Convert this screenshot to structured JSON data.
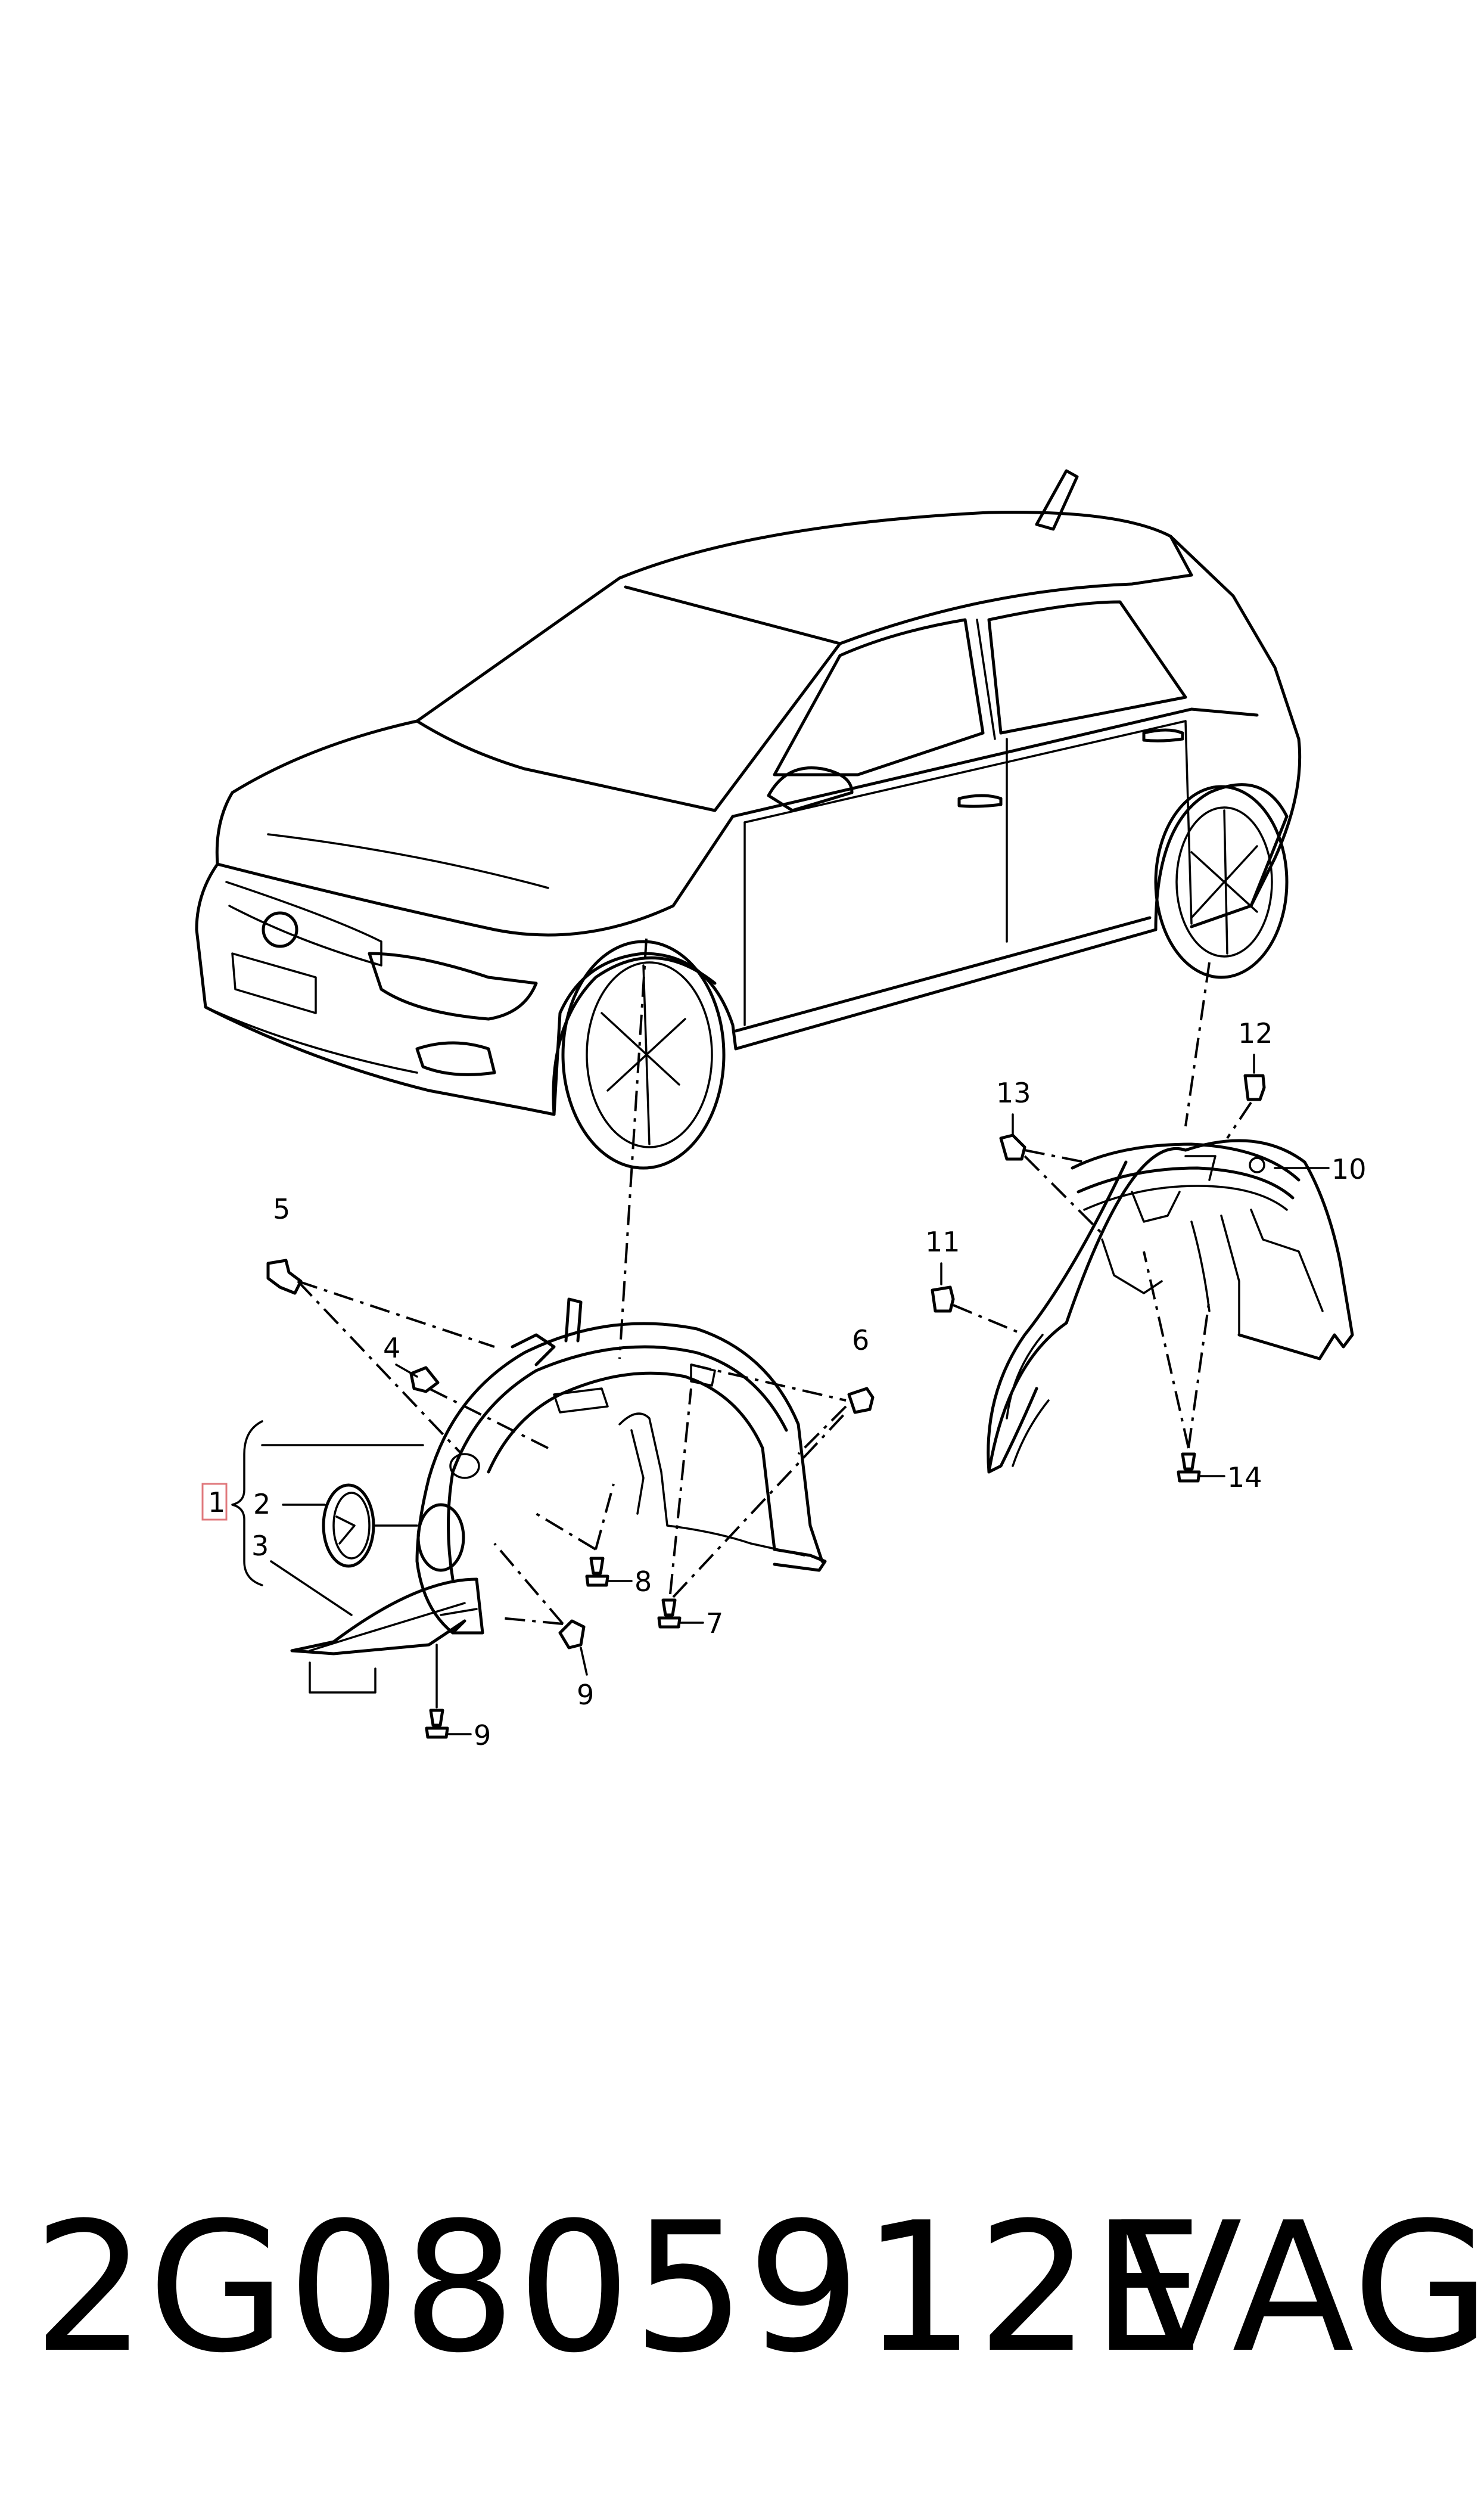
{
  "footer": {
    "part_number": "2G0805912E",
    "brand": "VAG"
  },
  "callouts": {
    "c1": "1",
    "c2": "2",
    "c3": "3",
    "c4": "4",
    "c5": "5",
    "c6": "6",
    "c7": "7",
    "c8": "8",
    "c9a": "9",
    "c9b": "9",
    "c10": "10",
    "c11": "11",
    "c12": "12",
    "c13": "13",
    "c14": "14"
  },
  "colors": {
    "highlight_box": "#e0787c",
    "line": "#000000"
  },
  "icons": {
    "car": "hatchback-car-outline",
    "front_liner": "front-wheel-housing-liner",
    "rear_liner": "rear-wheel-housing-liner",
    "fastener": "clip-screw"
  }
}
